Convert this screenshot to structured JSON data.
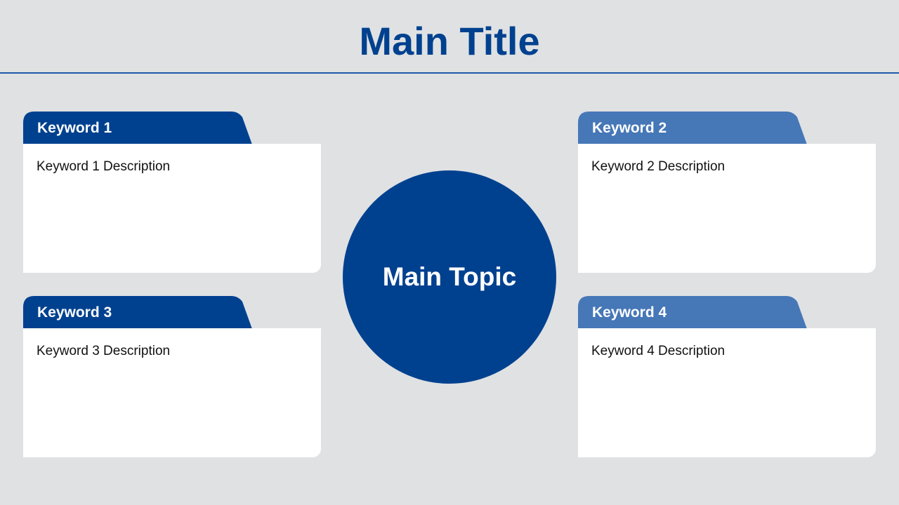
{
  "title": "Main Title",
  "center_topic": "Main Topic",
  "colors": {
    "background": "#dfe1e3",
    "primary": "#00418f",
    "secondary": "#4677b7",
    "card": "#ffffff"
  },
  "keywords": [
    {
      "label": "Keyword 1",
      "description": "Keyword 1 Description",
      "color": "#00418f"
    },
    {
      "label": "Keyword 2",
      "description": "Keyword 2 Description",
      "color": "#4677b7"
    },
    {
      "label": "Keyword 3",
      "description": "Keyword 3 Description",
      "color": "#00418f"
    },
    {
      "label": "Keyword 4",
      "description": "Keyword 4 Description",
      "color": "#4677b7"
    }
  ]
}
